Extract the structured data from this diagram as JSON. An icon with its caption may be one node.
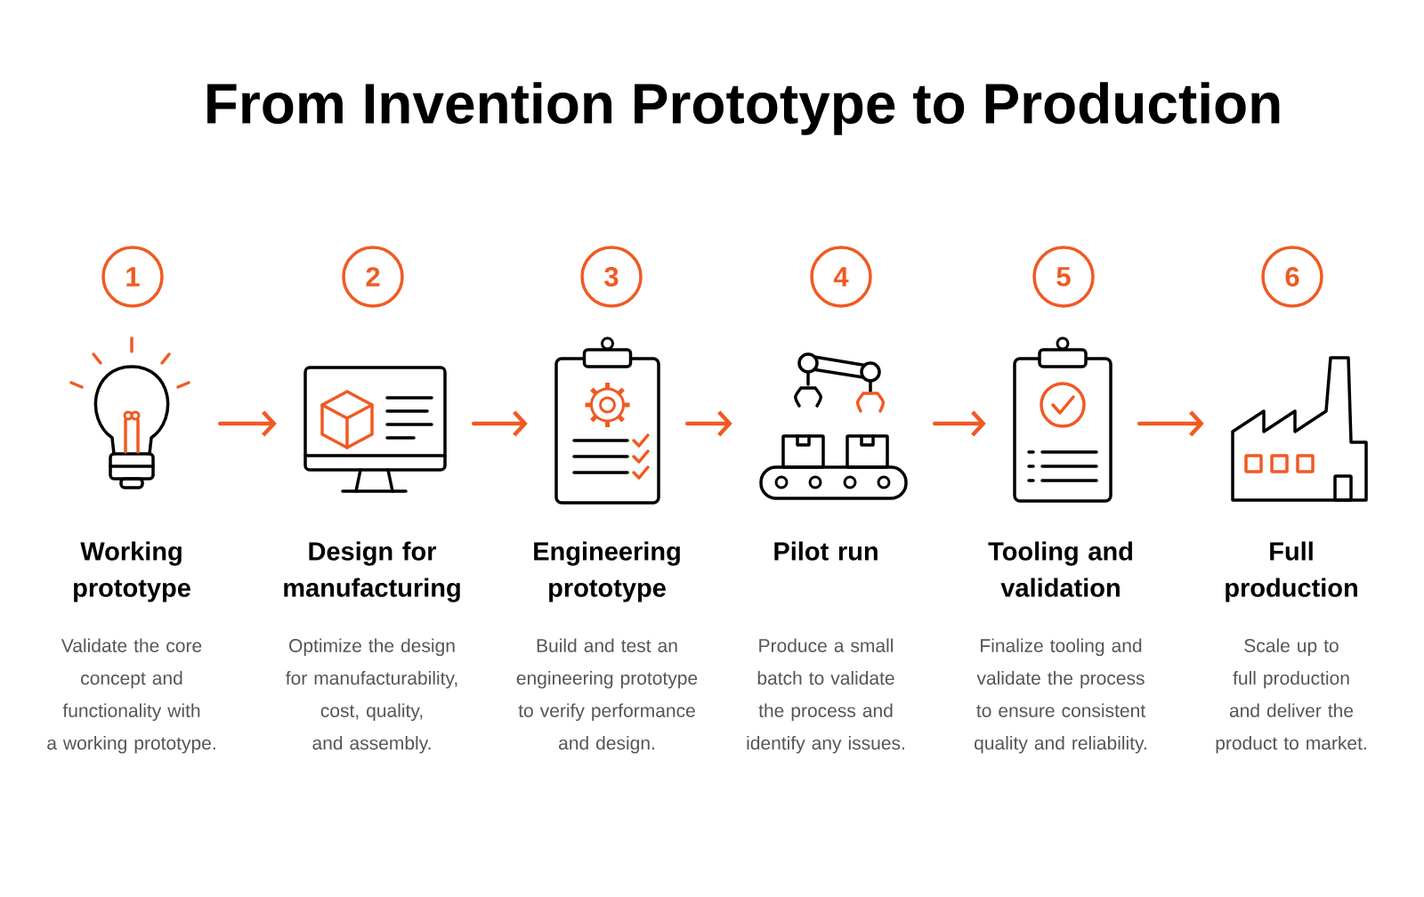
{
  "diagram": {
    "title": "From Invention Prototype to Production",
    "nodes": [
      {
        "text": [
          "1"
        ]
      },
      {
        "text": [
          "2"
        ]
      },
      {
        "text": [
          "3"
        ]
      },
      {
        "text": [
          "4"
        ]
      },
      {
        "text": [
          "5"
        ]
      },
      {
        "text": [
          "6"
        ]
      },
      {
        "text": [],
        "shape": "picture",
        "beside": [
          "Working prototype",
          "Validate the core concept and functionality with a working prototype."
        ]
      },
      {
        "text": [],
        "shape": "picture",
        "beside": [
          "Design for manufacturing",
          "Optimize the design for manufacturability, cost, quality, and assembly."
        ]
      },
      {
        "text": [],
        "shape": "picture",
        "beside": [
          "Engineering prototype",
          "Build and test an engineering prototype to verify performance and design."
        ]
      },
      {
        "text": [],
        "shape": "picture",
        "beside": [
          "Pilot run"
        ]
      },
      {
        "text": [],
        "shape": "picture",
        "beside": [
          "Tooling and validation",
          "Finalize tooling and validate the process to ensure consistent quality and reliability."
        ]
      },
      {
        "text": [],
        "shape": "picture",
        "beside": [
          "Full production",
          "Scale up to full production and deliver the product to market."
        ]
      }
    ],
    "edges": [
      {
        "from": 6,
        "to": 7,
        "arrow": "to"
      },
      {
        "from": 7,
        "to": 8,
        "arrow": "to"
      },
      {
        "from": 8,
        "to": 9,
        "arrow": "to"
      },
      {
        "from": 9,
        "to": 10,
        "arrow": "to"
      },
      {
        "from": 10,
        "to": 11,
        "arrow": "to"
      }
    ],
    "labels": [
      "Produce a small batch to validate the process and identify any issues."
    ]
  }
}
